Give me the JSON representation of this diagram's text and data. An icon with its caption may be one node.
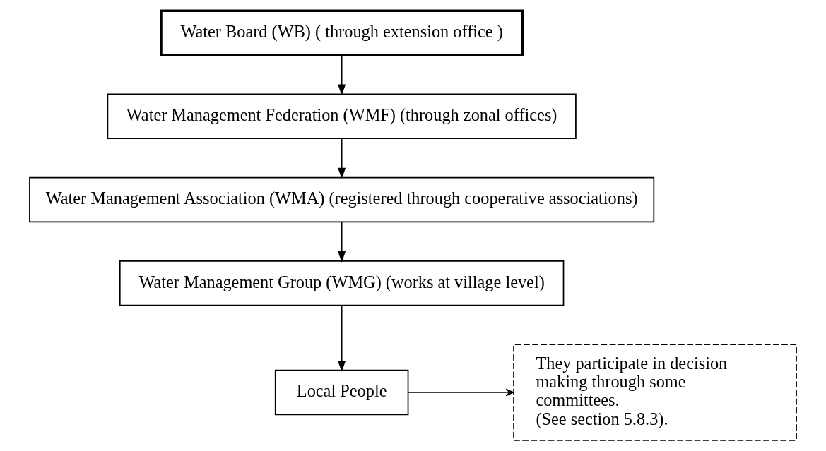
{
  "diagram": {
    "nodes": [
      {
        "text": [
          "Water Board (WB) ( through extension office )"
        ]
      },
      {
        "text": [
          "Water Management Federation (WMF) (through zonal offices)"
        ]
      },
      {
        "text": [
          "Water Management Association (WMA) (registered through cooperative associations)"
        ]
      },
      {
        "text": [
          "Water Management Group (WMG) (works at village level)"
        ]
      },
      {
        "text": [
          "Local People"
        ]
      },
      {
        "text": [
          "They participate in decision making through some committees.",
          "(See section 5.8.3)."
        ]
      }
    ],
    "edges": [
      {
        "from": 0,
        "to": 1,
        "arrow": "to"
      },
      {
        "from": 1,
        "to": 2,
        "arrow": "to"
      },
      {
        "from": 2,
        "to": 3,
        "arrow": "to"
      },
      {
        "from": 3,
        "to": 4,
        "arrow": "to"
      },
      {
        "from": 4,
        "to": 5,
        "arrow": "to"
      }
    ]
  }
}
